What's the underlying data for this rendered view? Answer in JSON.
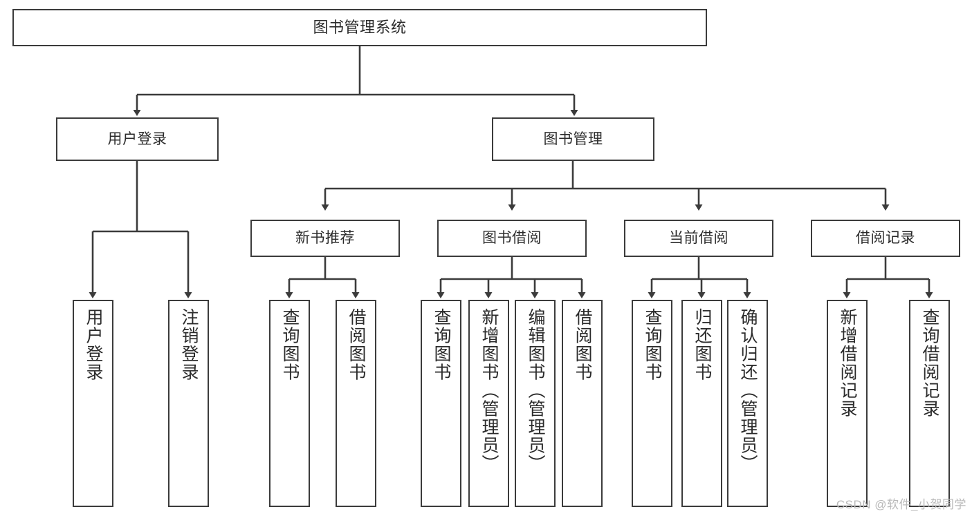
{
  "diagram": {
    "type": "tree-hierarchy-chart",
    "title": "图书管理系统",
    "watermark": "CSDN @软件_小贺同学",
    "colors": {
      "stroke": "#3b3b3b",
      "fill": "#ffffff",
      "text": "#2b2b2b",
      "watermark": "#b9b9b9"
    },
    "levels": {
      "root": {
        "label": "图书管理系统"
      },
      "level1": [
        {
          "id": "user-login",
          "label": "用户登录"
        },
        {
          "id": "book-manage",
          "label": "图书管理"
        }
      ],
      "level2": [
        {
          "id": "new-book-recommend",
          "label": "新书推荐",
          "parent": "book-manage"
        },
        {
          "id": "book-borrow",
          "label": "图书借阅",
          "parent": "book-manage"
        },
        {
          "id": "current-borrow",
          "label": "当前借阅",
          "parent": "book-manage"
        },
        {
          "id": "borrow-record",
          "label": "借阅记录",
          "parent": "book-manage"
        }
      ],
      "leaves": [
        {
          "id": "leaf-user-login",
          "label": "用户登录",
          "parent": "user-login"
        },
        {
          "id": "leaf-logout-login",
          "label": "注销登录",
          "parent": "user-login"
        },
        {
          "id": "leaf-query-book-1",
          "label": "查询图书",
          "parent": "new-book-recommend"
        },
        {
          "id": "leaf-borrow-book-1",
          "label": "借阅图书",
          "parent": "new-book-recommend"
        },
        {
          "id": "leaf-query-book-2",
          "label": "查询图书",
          "parent": "book-borrow"
        },
        {
          "id": "leaf-add-book",
          "label": "新增图书（管理员）",
          "parent": "book-borrow"
        },
        {
          "id": "leaf-edit-book",
          "label": "编辑图书（管理员）",
          "parent": "book-borrow"
        },
        {
          "id": "leaf-borrow-book-2",
          "label": "借阅图书",
          "parent": "book-borrow"
        },
        {
          "id": "leaf-query-book-3",
          "label": "查询图书",
          "parent": "current-borrow"
        },
        {
          "id": "leaf-return-book",
          "label": "归还图书",
          "parent": "current-borrow"
        },
        {
          "id": "leaf-confirm-return",
          "label": "确认归还（管理员）",
          "parent": "current-borrow"
        },
        {
          "id": "leaf-add-record",
          "label": "新增借阅记录",
          "parent": "borrow-record"
        },
        {
          "id": "leaf-query-record",
          "label": "查询借阅记录",
          "parent": "borrow-record"
        }
      ]
    }
  }
}
